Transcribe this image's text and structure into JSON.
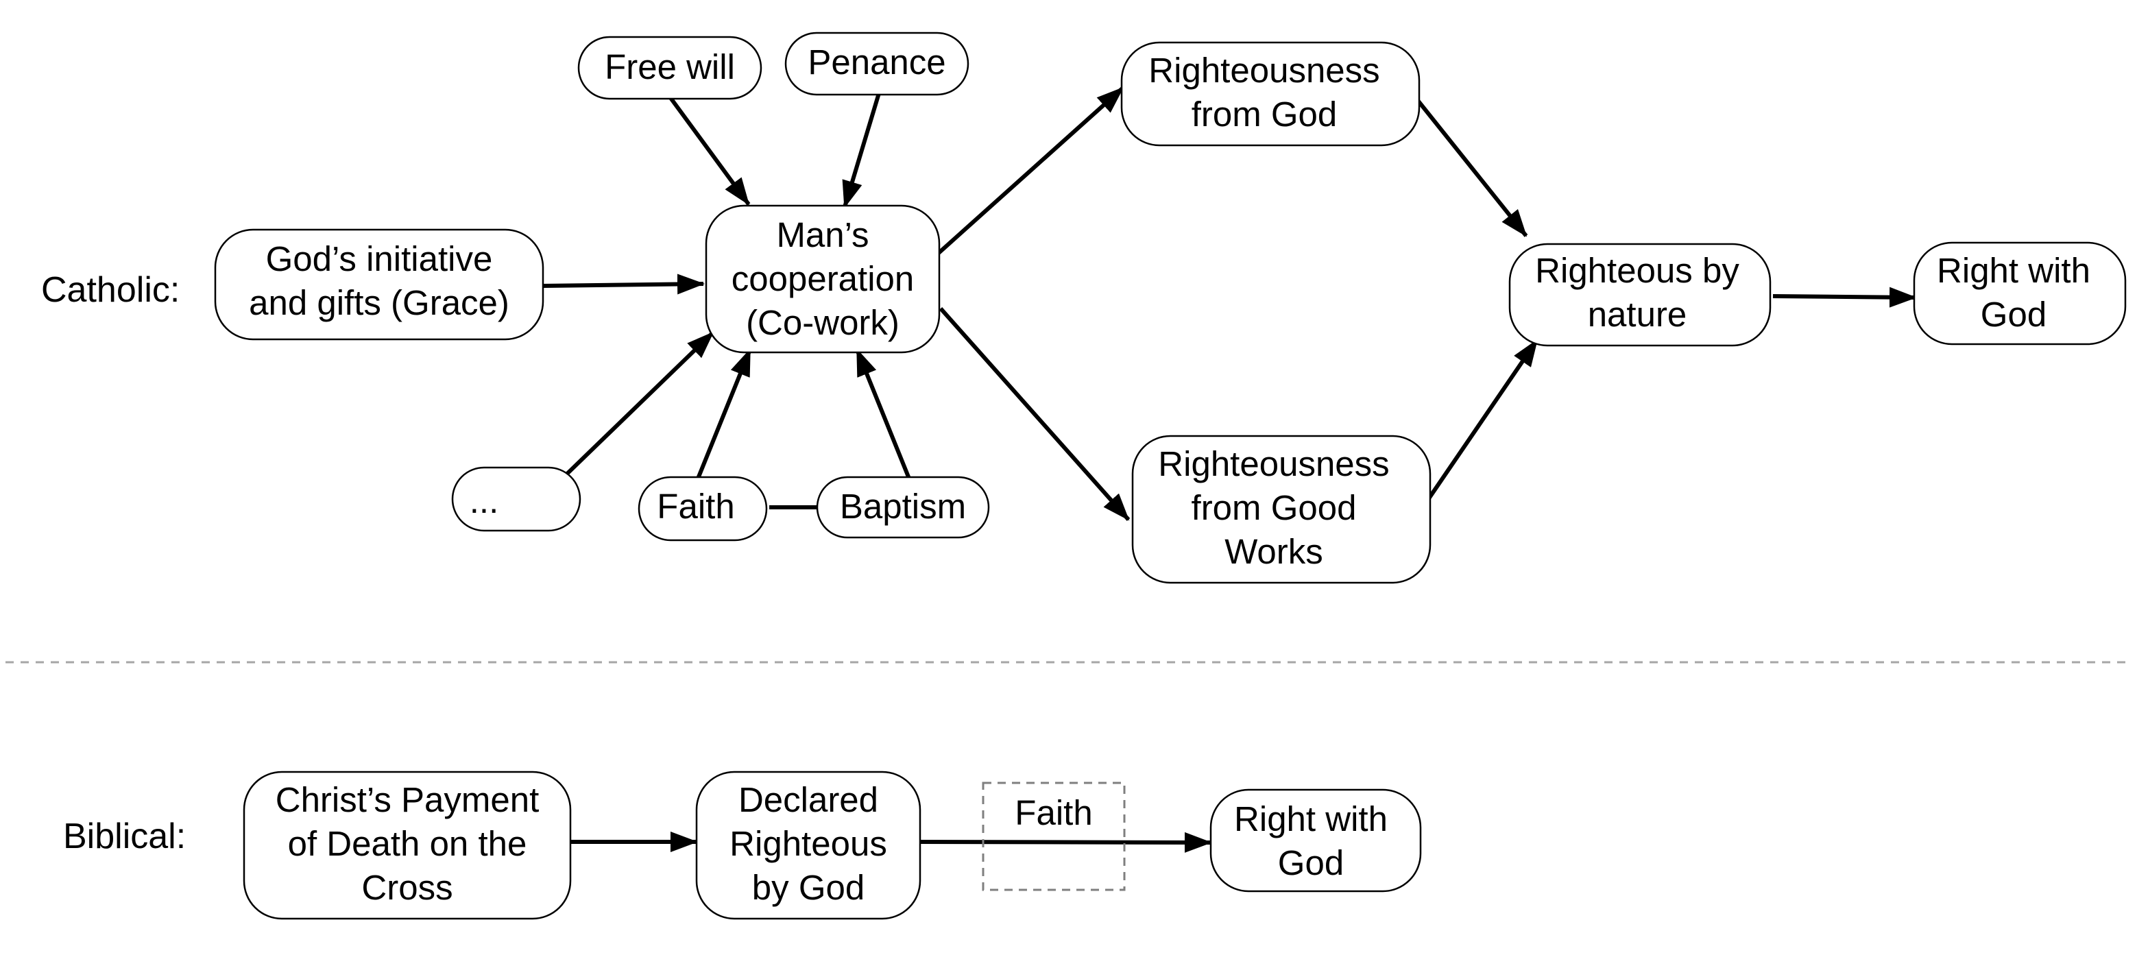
{
  "catholic": {
    "label": "Catholic:",
    "nodes": {
      "grace": [
        "God’s initiative",
        "and gifts (Grace)"
      ],
      "cooperation": [
        "Man’s",
        "cooperation",
        "(Co-work)"
      ],
      "free_will": [
        "Free will"
      ],
      "penance": [
        "Penance"
      ],
      "ellipsis": [
        "..."
      ],
      "faith": [
        "Faith"
      ],
      "baptism": [
        "Baptism"
      ],
      "righteousness_god": [
        "Righteousness",
        "from God"
      ],
      "righteousness_works": [
        "Righteousness",
        "from Good",
        "Works"
      ],
      "righteous_nature": [
        "Righteous by",
        "nature"
      ],
      "right_with_god": [
        "Right with",
        "God"
      ]
    }
  },
  "biblical": {
    "label": "Biblical:",
    "nodes": {
      "payment": [
        "Christ’s Payment",
        "of Death on the",
        "Cross"
      ],
      "declared": [
        "Declared",
        "Righteous",
        "by God"
      ],
      "faith": [
        "Faith"
      ],
      "right_with_god": [
        "Right with",
        "God"
      ]
    }
  },
  "colors": {
    "stroke": "#000000",
    "separator": "#a6a6a6",
    "faith_box_border": "#7f7f7f"
  }
}
